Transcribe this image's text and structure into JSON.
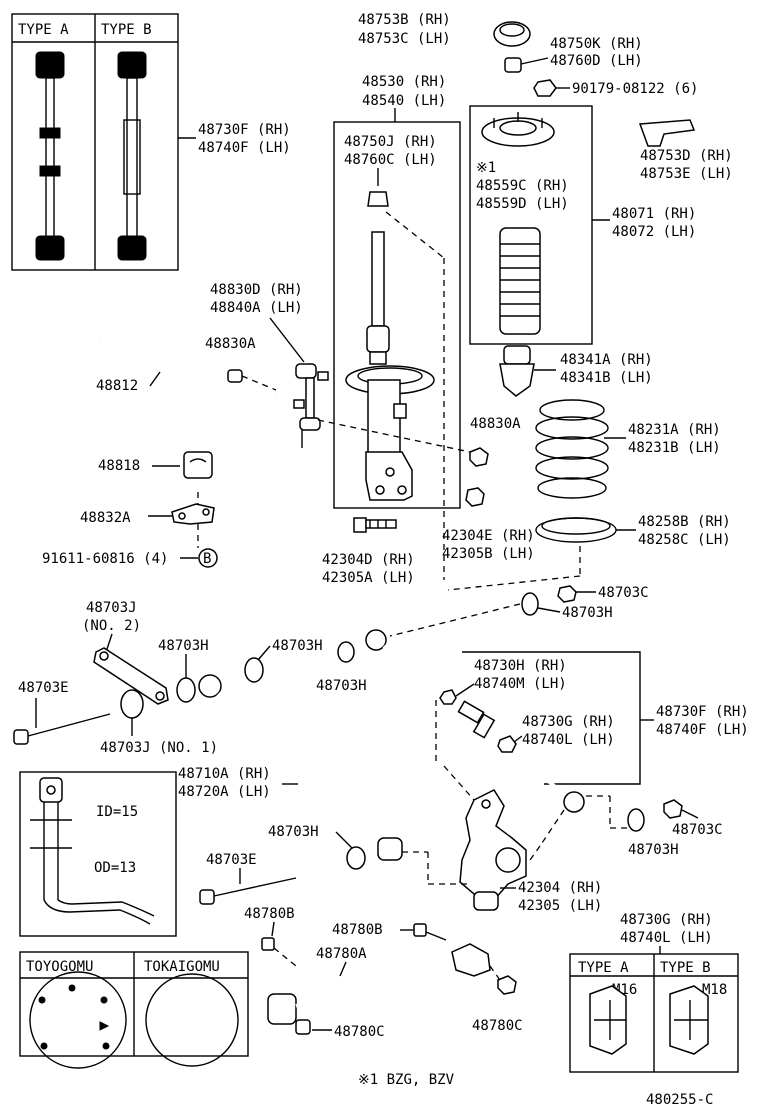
{
  "diagram_id": "480255-C",
  "note": "※1 BZG, BZV",
  "link_types": {
    "type_a": "TYPE A",
    "type_b": "TYPE B"
  },
  "labels": {
    "p48753b": "48753B (RH)",
    "p48753c": "48753C (LH)",
    "p48750k": "48750K (RH)",
    "p48760d": "48760D (LH)",
    "p90179": "90179-08122 (6)",
    "p48530": "48530 (RH)",
    "p48540": "48540 (LH)",
    "p48750j": "48750J (RH)",
    "p48760c": "48760C (LH)",
    "p48753d": "48753D (RH)",
    "p48753e": "48753E (LH)",
    "p48730f_a": "48730F (RH)",
    "p48740f_a": "48740F (LH)",
    "mark1": "※1",
    "p48559c": "48559C (RH)",
    "p48559d": "48559D (LH)",
    "p48071": "48071 (RH)",
    "p48072": "48072 (LH)",
    "p48830d": "48830D (RH)",
    "p48840a": "48840A (LH)",
    "p48830a_1": "48830A",
    "p48812": "48812",
    "p48341a": "48341A (RH)",
    "p48341b": "48341B (LH)",
    "p48830a_2": "48830A",
    "p48231a": "48231A (RH)",
    "p48231b": "48231B (LH)",
    "p48818": "48818",
    "p48832a": "48832A",
    "p42304e": "42304E (RH)",
    "p42305b": "42305B (LH)",
    "p48258b": "48258B (RH)",
    "p48258c": "48258C (LH)",
    "p91611": "91611-60816 (4)",
    "ref_b": "B",
    "p42304d": "42304D (RH)",
    "p42305a": "42305A (LH)",
    "p48703c_1": "48703C",
    "p48703j_2": "48703J",
    "p48703j_2n": "(NO. 2)",
    "p48703h_1": "48703H",
    "p48703h_2": "48703H",
    "p48703h_3": "48703H",
    "p48703h_4": "48703H",
    "p48730h": "48730H (RH)",
    "p48740m": "48740M (LH)",
    "p48703e_1": "48703E",
    "p48730f_b": "48730F (RH)",
    "p48740f_b": "48740F (LH)",
    "p48730g_1": "48730G (RH)",
    "p48740l_1": "48740L (LH)",
    "p48703j_1": "48703J (NO. 1)",
    "p48710a": "48710A (RH)",
    "p48720a": "48720A (LH)",
    "id15": "ID=15",
    "od13": "OD=13",
    "p48703h_5": "48703H",
    "p48703c_2": "48703C",
    "p48703h_6": "48703H",
    "p48703e_2": "48703E",
    "p42304": "42304 (RH)",
    "p42305": "42305 (LH)",
    "p48780b_1": "48780B",
    "p48780b_2": "48780B",
    "p48780a": "48780A",
    "p48730g_2": "48730G (RH)",
    "p48740l_2": "48740L (LH)",
    "toyogomu": "TOYOGOMU",
    "tokaigomu": "TOKAIGOMU",
    "nut_type_a": "TYPE A",
    "nut_type_b": "TYPE B",
    "m16": "M16",
    "m18": "M18",
    "p48780c_1": "48780C",
    "p48780c_2": "48780C"
  }
}
